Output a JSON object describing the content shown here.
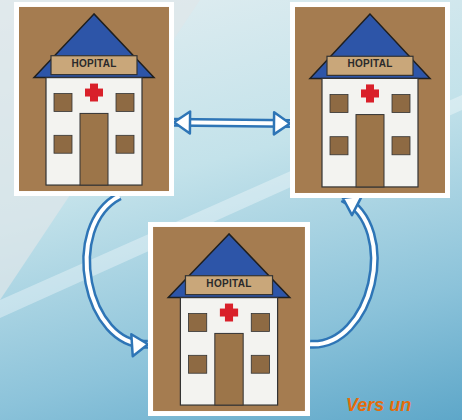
{
  "diagram": {
    "nodes": [
      {
        "text": [
          "HOPITAL"
        ]
      },
      {
        "text": [
          "HOPITAL"
        ]
      },
      {
        "text": [
          "HOPITAL"
        ]
      }
    ],
    "edges": [
      {
        "from": 0,
        "to": 1,
        "arrow": "both"
      },
      {
        "from": 0,
        "to": 2,
        "arrow": "to"
      },
      {
        "from": 2,
        "to": 1,
        "arrow": "to"
      }
    ],
    "labels": [
      "Vers un"
    ]
  }
}
